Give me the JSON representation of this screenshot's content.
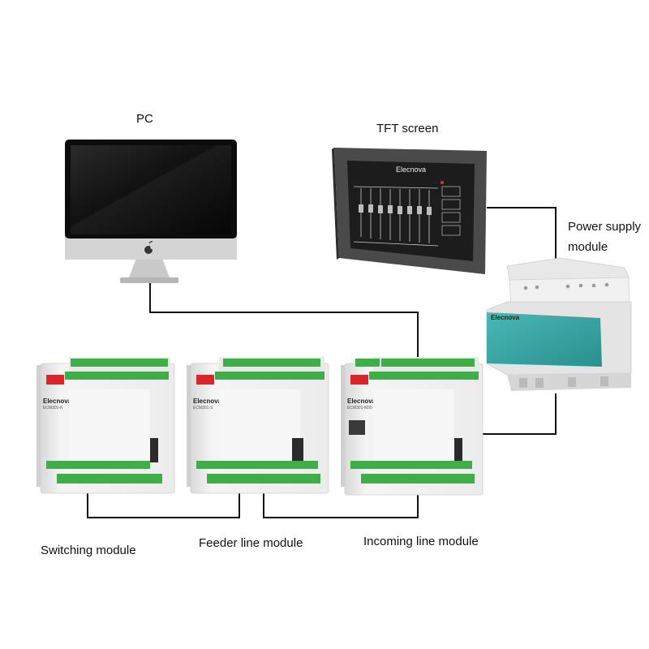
{
  "labels": {
    "pc": "PC",
    "tft_screen": "TFT screen",
    "power_supply_line1": "Power supply",
    "power_supply_line2": "module",
    "switching_module": "Switching module",
    "feeder_line_module": "Feeder line module",
    "incoming_line_module": "Incoming line module"
  },
  "brand": {
    "name": "Elecnova",
    "switching_model": "ECM301-K",
    "feeder_model": "ECM301-S",
    "incoming_model": "ECM301-M30"
  },
  "colors": {
    "connector_green": "#3fae49",
    "power_module_teal": "#3aa6a4",
    "wire": "#111111"
  },
  "icons": {
    "pc_logo": "apple-logo-icon"
  }
}
